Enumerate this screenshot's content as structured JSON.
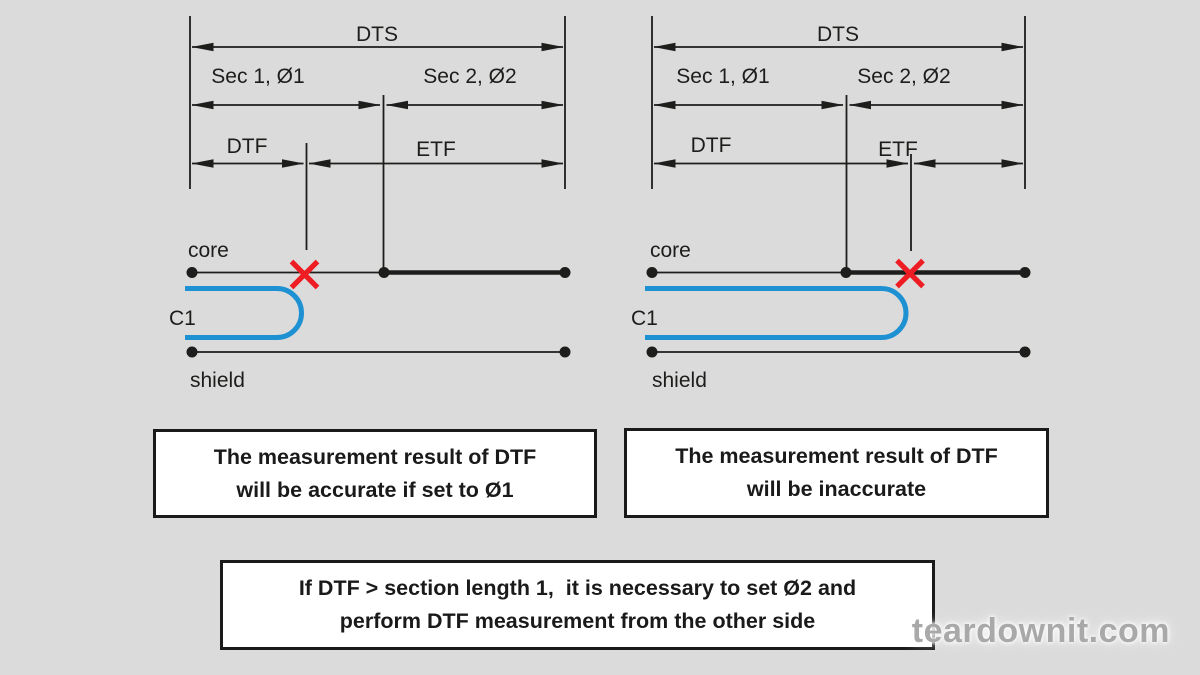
{
  "colors": {
    "background": "#dbdbdb",
    "line": "#1d1d1b",
    "loop_blue": "#1e91d3",
    "fault_red": "#ee1d23",
    "box_background": "#ffffff",
    "watermark_gray": "#a9a9a9"
  },
  "left_diagram": {
    "dts": "DTS",
    "sec1": "Sec 1, Ø1",
    "sec2": "Sec 2, Ø2",
    "dtf": "DTF",
    "etf": "ETF",
    "core": "core",
    "c1": "C1",
    "shield": "shield"
  },
  "right_diagram": {
    "dts": "DTS",
    "sec1": "Sec 1, Ø1",
    "sec2": "Sec 2, Ø2",
    "dtf": "DTF",
    "etf": "ETF",
    "core": "core",
    "c1": "C1",
    "shield": "shield"
  },
  "captions": {
    "left": {
      "line1": "The measurement result of DTF",
      "line2": "will be accurate if set to Ø1"
    },
    "right": {
      "line1": "The measurement result of DTF",
      "line2": "will be inaccurate"
    },
    "note": {
      "line1": "If DTF > section length 1,  it is necessary to set Ø2 and",
      "line2": "perform DTF measurement from the other side"
    }
  },
  "watermark": "teardownit.com"
}
